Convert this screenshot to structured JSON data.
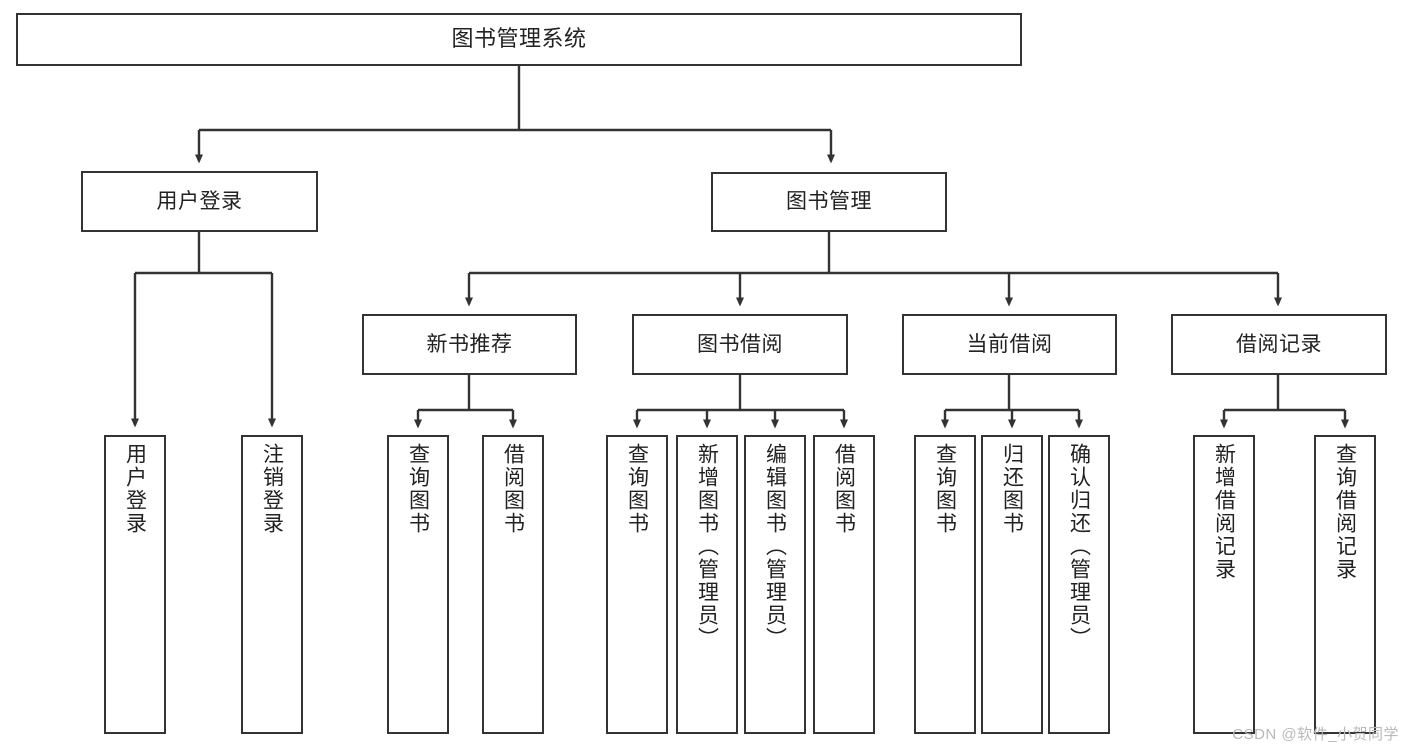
{
  "diagram": {
    "type": "tree-hierarchy",
    "title": "图书管理系统",
    "root": {
      "label": "图书管理系统"
    },
    "level1": [
      {
        "id": "user-login",
        "label": "用户登录"
      },
      {
        "id": "book-manage",
        "label": "图书管理"
      }
    ],
    "level2": [
      {
        "id": "new-book-recommend",
        "label": "新书推荐",
        "parent": "book-manage"
      },
      {
        "id": "book-borrow",
        "label": "图书借阅",
        "parent": "book-manage"
      },
      {
        "id": "current-borrow",
        "label": "当前借阅",
        "parent": "book-manage"
      },
      {
        "id": "borrow-record",
        "label": "借阅记录",
        "parent": "book-manage"
      }
    ],
    "leaves": [
      {
        "id": "leaf-user-login",
        "label": "用户登录",
        "parent": "user-login"
      },
      {
        "id": "leaf-user-logout",
        "label": "注销登录",
        "parent": "user-login"
      },
      {
        "id": "leaf-query-book-1",
        "label": "查询图书",
        "parent": "new-book-recommend"
      },
      {
        "id": "leaf-borrow-book-1",
        "label": "借阅图书",
        "parent": "new-book-recommend"
      },
      {
        "id": "leaf-query-book-2",
        "label": "查询图书",
        "parent": "book-borrow"
      },
      {
        "id": "leaf-add-book",
        "label": "新增图书（管理员）",
        "parent": "book-borrow"
      },
      {
        "id": "leaf-edit-book",
        "label": "编辑图书（管理员）",
        "parent": "book-borrow"
      },
      {
        "id": "leaf-borrow-book-2",
        "label": "借阅图书",
        "parent": "book-borrow"
      },
      {
        "id": "leaf-query-book-3",
        "label": "查询图书",
        "parent": "current-borrow"
      },
      {
        "id": "leaf-return-book",
        "label": "归还图书",
        "parent": "current-borrow"
      },
      {
        "id": "leaf-confirm-return",
        "label": "确认归还（管理员）",
        "parent": "current-borrow"
      },
      {
        "id": "leaf-add-record",
        "label": "新增借阅记录",
        "parent": "borrow-record"
      },
      {
        "id": "leaf-query-record",
        "label": "查询借阅记录",
        "parent": "borrow-record"
      }
    ],
    "colors": {
      "stroke": "#333333",
      "fill": "#ffffff",
      "text": "#222222",
      "watermark": "#b9b9b9"
    }
  },
  "watermark": {
    "text": "CSDN @软件_小贺同学"
  }
}
